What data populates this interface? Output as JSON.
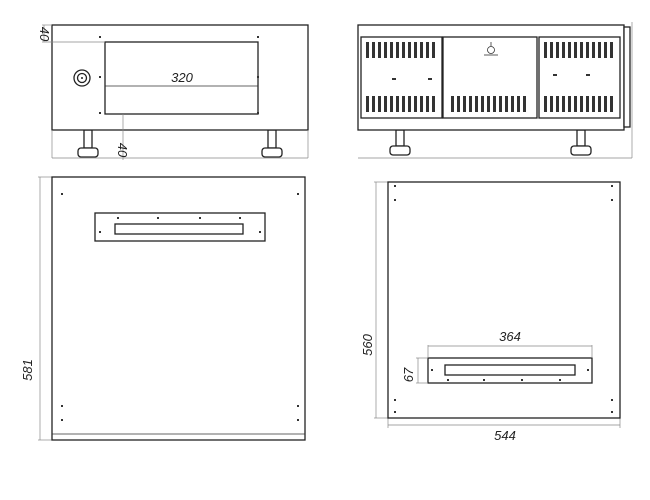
{
  "views": {
    "front_top": {
      "dim_top": "40",
      "dim_width": "320",
      "dim_bottom": "40"
    },
    "rear_top": {},
    "side_left": {
      "dim_height": "581"
    },
    "side_right": {
      "dim_height": "560",
      "dim_handle_width": "364",
      "dim_handle_height": "67",
      "dim_width": "544"
    }
  }
}
